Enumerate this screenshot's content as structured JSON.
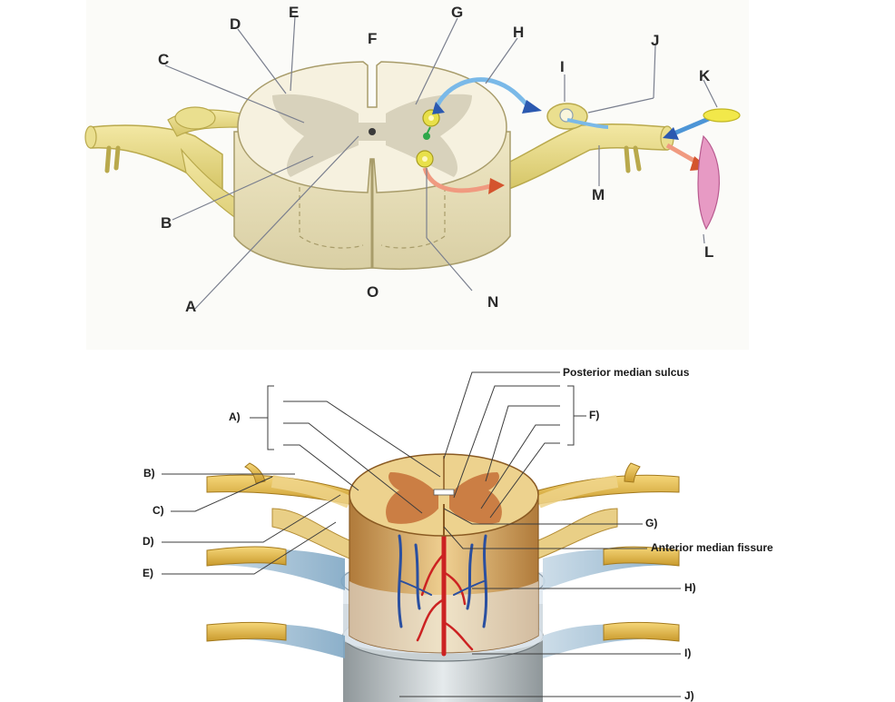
{
  "top_figure": {
    "labels": [
      "A",
      "B",
      "C",
      "D",
      "E",
      "F",
      "G",
      "H",
      "I",
      "J",
      "K",
      "L",
      "M",
      "N",
      "O"
    ]
  },
  "bottom_figure": {
    "labels": {
      "a": "A)",
      "b": "B)",
      "c": "C)",
      "d": "D)",
      "e": "E)",
      "f": "F)",
      "g": "G)",
      "h": "H)",
      "i": "I)",
      "j": "J)",
      "posterior": "Posterior median sulcus",
      "anterior": "Anterior median fissure"
    }
  },
  "colors": {
    "white_matter": "#f6f1df",
    "grey_matter": "#d8d2bc",
    "nerve": "#e9dc8a",
    "cord_side": "#e8dfb9",
    "sensory_arrow": "#5aa7e0",
    "motor_arrow": "#e58a6a",
    "muscle": "#e79ac4",
    "bottom_grey": "#c7743c",
    "bottom_white": "#edd28e",
    "vessel_red": "#cc2222",
    "vessel_blue": "#2a4fa0"
  }
}
